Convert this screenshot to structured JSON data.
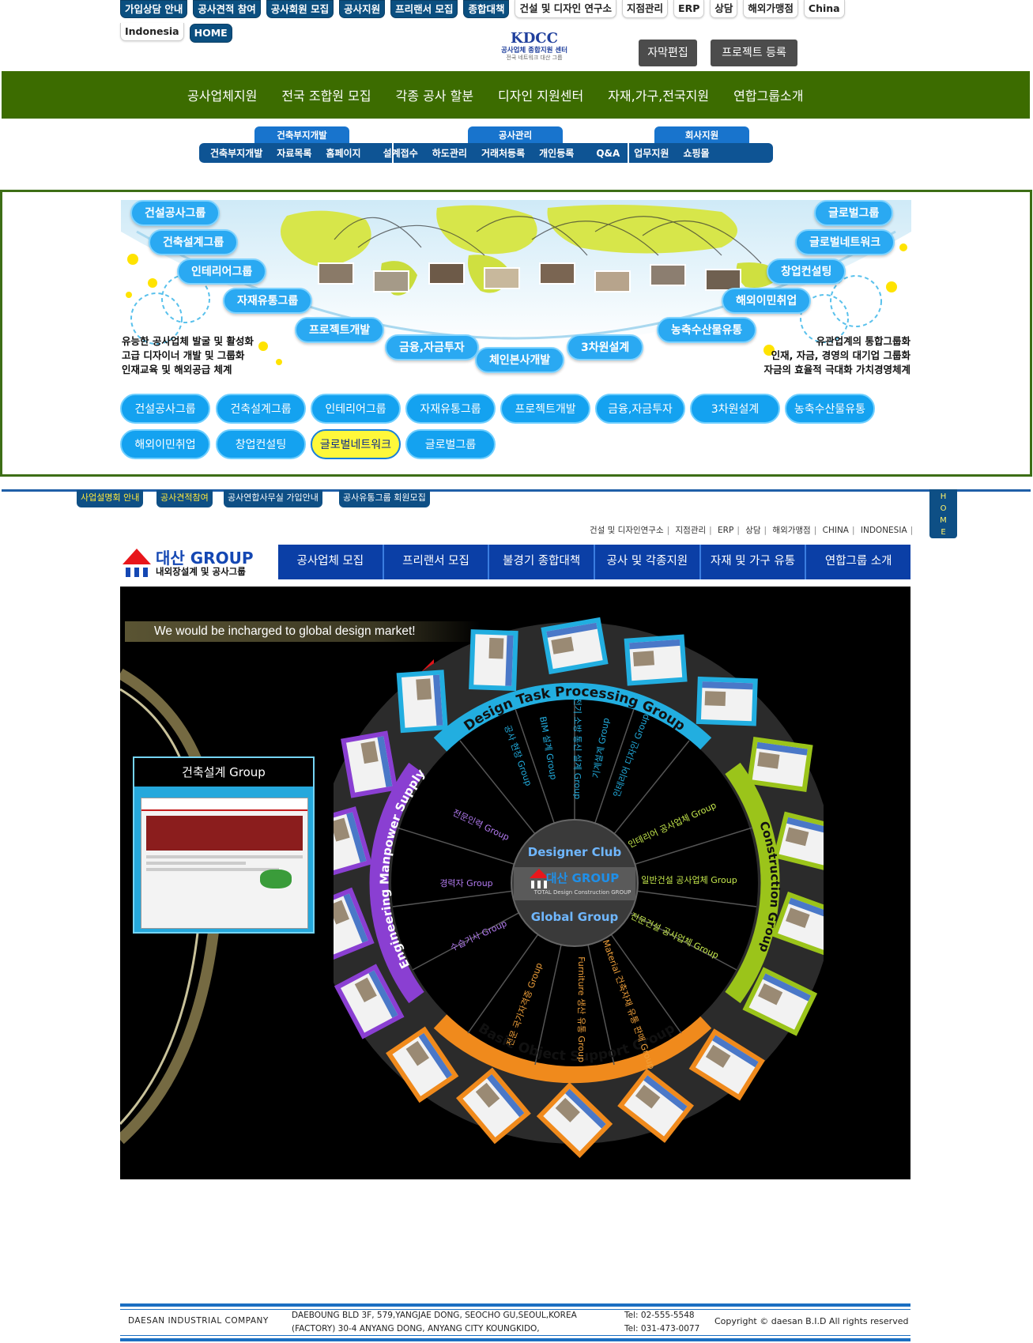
{
  "top_nav": {
    "items": [
      {
        "label": "가입상담 안내",
        "style": "dark"
      },
      {
        "label": "공사견적 참여",
        "style": "dark"
      },
      {
        "label": "공사회원 모집",
        "style": "dark"
      },
      {
        "label": "공사지원",
        "style": "dark"
      },
      {
        "label": "프리랜서 모집",
        "style": "dark"
      },
      {
        "label": "종합대책",
        "style": "dark"
      },
      {
        "label": "건설 및 디자인 연구소",
        "style": "light"
      },
      {
        "label": "지점관리",
        "style": "light"
      },
      {
        "label": "ERP",
        "style": "light"
      },
      {
        "label": "상담",
        "style": "light"
      },
      {
        "label": "해외가맹점",
        "style": "light"
      },
      {
        "label": "China",
        "style": "light"
      },
      {
        "label": "Indonesia",
        "style": "light"
      }
    ],
    "home_label": "HOME"
  },
  "header": {
    "logo_text": "KDCC",
    "logo_sub1": "공사업체 종합지원 센터",
    "logo_sub2": "전국 네트워크 대산 그룹",
    "edit_button": "자막편집",
    "register_button": "프로젝트 등록"
  },
  "main_menu": [
    "공사업체지원",
    "전국 조합원 모집",
    "각종 공사 할분",
    "디자인 지원센터",
    "자재,가구,전국지원",
    "연합그룹소개"
  ],
  "sub_menu": {
    "groups": [
      {
        "title": "건축부지개발",
        "items": [
          "건축부지개발",
          "자료목록",
          "홈페이지"
        ]
      },
      {
        "title": "공사관리",
        "items": [
          "설계접수",
          "하도관리",
          "거래처등록",
          "개인등록"
        ]
      },
      {
        "title": "회사지원",
        "items": [
          "Q&A",
          "업무지원",
          "쇼핑몰"
        ]
      }
    ]
  },
  "groups_banner": {
    "left_bubbles": [
      "건설공사그룹",
      "건축설계그룹",
      "인테리어그룹",
      "자재유통그룹",
      "프로젝트개발"
    ],
    "center_bubbles": [
      "금융,자금투자",
      "체인본사개발",
      "3차원설계"
    ],
    "right_bubbles": [
      "글로벌그룹",
      "글로벌네트워크",
      "창업컨설팅",
      "해외이민취업",
      "농축수산물유통"
    ],
    "left_text": [
      "유능한 공사업체 발굴 및 활성화",
      "고급 디자이너 개발 및 그룹화",
      "인재교육 및 해외공급 체계"
    ],
    "right_text": [
      "유관업계의 통합그룹화",
      "인재, 자금, 경영의 대기업 그룹화",
      "자금의 효율적 극대화 가치경영체계"
    ],
    "buttons": [
      "건설공사그룹",
      "건축설계그룹",
      "인테리어그룹",
      "자재유통그룹",
      "프로젝트개발",
      "금융,자금투자",
      "3차원설계",
      "농축수산물유통",
      "해외이민취업",
      "창업컨설팅",
      "글로벌네트워크",
      "글로벌그룹"
    ],
    "active_button": "글로벌네트워크"
  },
  "second_nav": {
    "pills": [
      {
        "label": "사업설명회 안내",
        "color": "#ffe83c"
      },
      {
        "label": "공사견적참여",
        "color": "#ffe83c"
      },
      {
        "label": "공사연합사무실 가입안내",
        "color": "#ffffff"
      },
      {
        "label": "공사유통그룹 회원모집",
        "color": "#ffffff"
      }
    ],
    "home_vertical": [
      "H",
      "O",
      "M",
      "E"
    ],
    "links": [
      "건설 및 디자인연구소",
      "지점관리",
      "ERP",
      "상담",
      "해외가맹점",
      "CHINA",
      "INDONESIA"
    ]
  },
  "daesan": {
    "logo_title": "대산 GROUP",
    "logo_sub": "내외장설계 및 공사그룹",
    "menu": [
      "공사업체 모집",
      "프리랜서 모집",
      "불경기 종합대책",
      "공사 및 각종지원",
      "자재 및 가구 유통",
      "연합그룹 소개"
    ]
  },
  "showcase": {
    "tagline": "We would be incharged  to global design market!",
    "promo_title": "건축설계 Group",
    "wheel": {
      "top_arc": "Design Task Processing Group",
      "right_arc": "Construction Group",
      "bottom_arc": "Basic Object Support Group",
      "left_arc": "Engineering Manpower Supply",
      "center_top": "Designer Club",
      "center_logo": "대산 GROUP",
      "center_logo_sub": "TOTAL Design Construction GROUP",
      "center_bottom": "Global Group",
      "segments_top": [
        "공사 현장 Group",
        "BIM 설계 Group",
        "전기 소방 통신 설계 Group",
        "기계설계 Group",
        "인테리어 디자인 Group"
      ],
      "segments_right": [
        "인테리어 공사업체 Group",
        "일반건설 공사업체 Group",
        "전문건설 공사업체 Group"
      ],
      "segments_bottom": [
        "Material 건축자재 유통 판매 Group",
        "Furniture 생산 유통 Group",
        "전문 국가자격증 Group"
      ],
      "segments_left": [
        "전문인력 Group",
        "경력자 Group",
        "수습기사 Group"
      ],
      "colors": {
        "top": "#22aee0",
        "right": "#9bc41a",
        "bottom": "#f08a1c",
        "left": "#8a3fd2"
      }
    }
  },
  "footer": {
    "company": "DAESAN  INDUSTRIAL  COMPANY",
    "address1": "DAEBOUNG  BLD  3F,    579,YANGJAE DONG, SEOCHO GU,SEOUL,KOREA",
    "address2": "(FACTORY)  30-4  ANYANG  DONG, ANYANG CITY KOUNGKIDO,",
    "tel1": "Tel: 02-555-5548",
    "tel2": "Tel: 031-473-0077",
    "copyright": "Copyright © daesan B.I.D All rights reserved"
  }
}
